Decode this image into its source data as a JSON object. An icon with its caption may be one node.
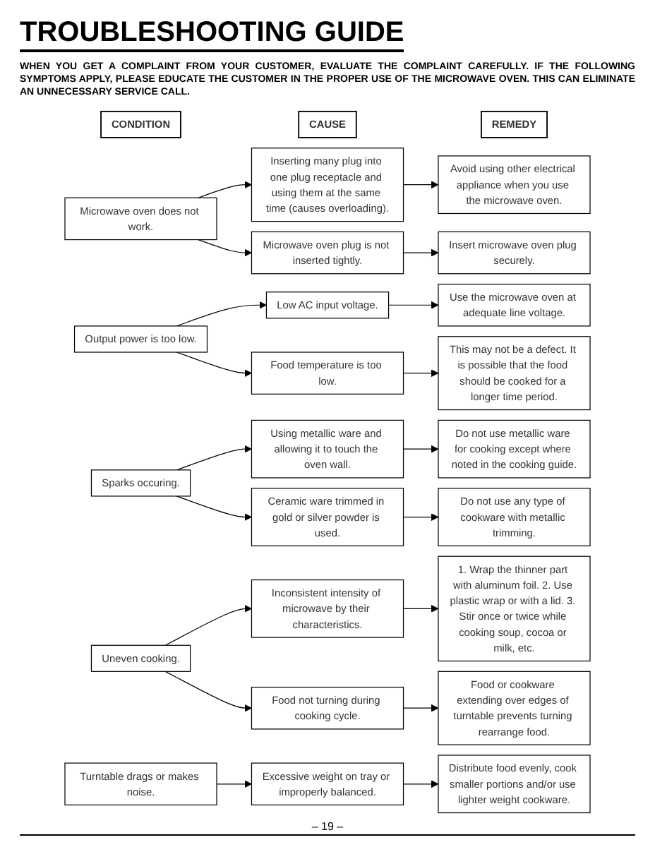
{
  "diagram": {
    "title": "TROUBLESHOOTING GUIDE",
    "nodes": [
      {
        "text": [
          "CONDITION"
        ]
      },
      {
        "text": [
          "CAUSE"
        ]
      },
      {
        "text": [
          "REMEDY"
        ]
      },
      {
        "text": [
          "Microwave oven does not work."
        ]
      },
      {
        "text": [
          "Inserting many plug into one plug receptacle and using them at the same time (causes overloading)."
        ]
      },
      {
        "text": [
          "Avoid using other electrical appliance when you use the microwave oven."
        ]
      },
      {
        "text": [
          "Microwave oven plug is not inserted tightly."
        ]
      },
      {
        "text": [
          "Insert microwave oven plug securely."
        ]
      },
      {
        "text": [
          "Output power is too low."
        ]
      },
      {
        "text": [
          "Low AC input voltage."
        ]
      },
      {
        "text": [
          "Use the microwave oven at adequate line voltage."
        ]
      },
      {
        "text": [
          "Food temperature is too low."
        ]
      },
      {
        "text": [
          "This may not be a defect. It is possible that the food should be cooked for a longer time period."
        ]
      },
      {
        "text": [
          "Sparks occuring."
        ]
      },
      {
        "text": [
          "Using metallic ware and allowing it to touch the oven wall."
        ]
      },
      {
        "text": [
          "Do not use metallic ware for cooking except where noted in the cooking guide."
        ]
      },
      {
        "text": [
          "Ceramic ware trimmed in gold or silver powder is used."
        ]
      },
      {
        "text": [
          "Do not use any type of cookware with metallic trimming."
        ]
      },
      {
        "text": [
          "Uneven cooking."
        ]
      },
      {
        "text": [
          "Inconsistent intensity of microwave by their characteristics."
        ]
      },
      {
        "text": [
          "1. Wrap the thinner part with aluminum foil. 2. Use plastic wrap or with a lid. 3. Stir once or twice while cooking soup, cocoa or milk, etc."
        ]
      },
      {
        "text": [
          "Food not turning during cooking cycle."
        ]
      },
      {
        "text": [
          "Food or cookware extending over edges of turntable prevents turning rearrange food."
        ]
      },
      {
        "text": [
          "Turntable drags or makes noise."
        ]
      },
      {
        "text": [
          "Excessive weight on tray or improperly balanced."
        ]
      },
      {
        "text": [
          "Distribute food evenly, cook smaller portions and/or use lighter weight cookware."
        ]
      }
    ],
    "edges": [
      {
        "from": 3,
        "to": 4,
        "arrow": "to"
      },
      {
        "from": 3,
        "to": 6,
        "arrow": "to"
      },
      {
        "from": 4,
        "to": 5,
        "arrow": "to"
      },
      {
        "from": 6,
        "to": 7,
        "arrow": "to"
      },
      {
        "from": 8,
        "to": 9,
        "arrow": "to"
      },
      {
        "from": 8,
        "to": 11,
        "arrow": "to"
      },
      {
        "from": 9,
        "to": 10,
        "arrow": "to"
      },
      {
        "from": 11,
        "to": 12,
        "arrow": "to"
      },
      {
        "from": 13,
        "to": 14,
        "arrow": "to"
      },
      {
        "from": 13,
        "to": 16,
        "arrow": "to"
      },
      {
        "from": 14,
        "to": 15,
        "arrow": "to"
      },
      {
        "from": 16,
        "to": 17,
        "arrow": "to"
      },
      {
        "from": 18,
        "to": 19,
        "arrow": "to"
      },
      {
        "from": 18,
        "to": 21,
        "arrow": "to"
      },
      {
        "from": 19,
        "to": 20,
        "arrow": "to"
      },
      {
        "from": 21,
        "to": 22,
        "arrow": "to"
      },
      {
        "from": 23,
        "to": 24,
        "arrow": "to"
      },
      {
        "from": 24,
        "to": 25,
        "arrow": "to"
      }
    ],
    "labels": [
      "WHEN YOU GET A COMPLAINT FROM YOUR CUSTOMER, EVALUATE THE COMPLAINT CAREFULLY. IF THE FOLLOWING SYMPTOMS APPLY, PLEASE EDUCATE THE CUSTOMER IN THE PROPER USE OF THE MICROWAVE OVEN. THIS CAN ELIMINATE AN UNNECESSARY SERVICE CALL.",
      "– 19 –"
    ]
  }
}
